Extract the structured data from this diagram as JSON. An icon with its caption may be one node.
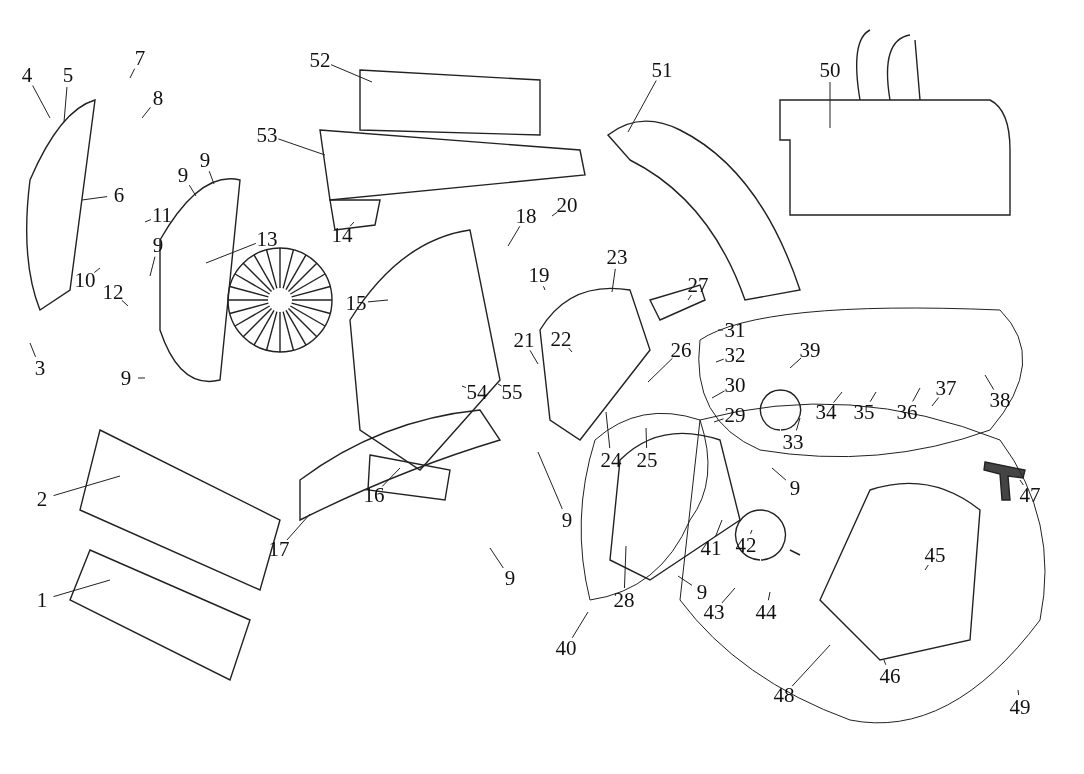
{
  "diagram": {
    "nodes": [
      {
        "text": [
          "4"
        ]
      },
      {
        "text": [
          "5"
        ]
      },
      {
        "text": [
          "7"
        ]
      },
      {
        "text": [
          "8"
        ]
      },
      {
        "text": [
          "52"
        ]
      },
      {
        "text": [
          "51"
        ]
      },
      {
        "text": [
          "50"
        ]
      },
      {
        "text": [
          "53"
        ]
      },
      {
        "text": [
          "6"
        ]
      },
      {
        "text": [
          "9"
        ]
      },
      {
        "text": [
          "9"
        ]
      },
      {
        "text": [
          "11"
        ]
      },
      {
        "text": [
          "9"
        ]
      },
      {
        "text": [
          "14"
        ]
      },
      {
        "text": [
          "18"
        ]
      },
      {
        "text": [
          "20"
        ]
      },
      {
        "text": [
          "13"
        ]
      },
      {
        "text": [
          "10"
        ]
      },
      {
        "text": [
          "12"
        ]
      },
      {
        "text": [
          "15"
        ]
      },
      {
        "text": [
          "19"
        ]
      },
      {
        "text": [
          "23"
        ]
      },
      {
        "text": [
          "27"
        ]
      },
      {
        "text": [
          "3"
        ]
      },
      {
        "text": [
          "9"
        ]
      },
      {
        "text": [
          "21"
        ]
      },
      {
        "text": [
          "22"
        ]
      },
      {
        "text": [
          "31"
        ]
      },
      {
        "text": [
          "32"
        ]
      },
      {
        "text": [
          "39"
        ]
      },
      {
        "text": [
          "26"
        ]
      },
      {
        "text": [
          "30"
        ]
      },
      {
        "text": [
          "54"
        ]
      },
      {
        "text": [
          "55"
        ]
      },
      {
        "text": [
          "29"
        ]
      },
      {
        "text": [
          "25"
        ]
      },
      {
        "text": [
          "24"
        ]
      },
      {
        "text": [
          "34"
        ]
      },
      {
        "text": [
          "35"
        ]
      },
      {
        "text": [
          "36"
        ]
      },
      {
        "text": [
          "37"
        ]
      },
      {
        "text": [
          "38"
        ]
      },
      {
        "text": [
          "33"
        ]
      },
      {
        "text": [
          "9"
        ]
      },
      {
        "text": [
          "16"
        ]
      },
      {
        "text": [
          "2"
        ]
      },
      {
        "text": [
          "47"
        ]
      },
      {
        "text": [
          "45"
        ]
      },
      {
        "text": [
          "9"
        ]
      },
      {
        "text": [
          "17"
        ]
      },
      {
        "text": [
          "9"
        ]
      },
      {
        "text": [
          "41"
        ]
      },
      {
        "text": [
          "42"
        ]
      },
      {
        "text": [
          "28"
        ]
      },
      {
        "text": [
          "1"
        ]
      },
      {
        "text": [
          "43"
        ]
      },
      {
        "text": [
          "44"
        ]
      },
      {
        "text": [
          "9"
        ]
      },
      {
        "text": [
          "40"
        ]
      },
      {
        "text": [
          "46"
        ]
      },
      {
        "text": [
          "48"
        ]
      },
      {
        "text": [
          "49"
        ]
      }
    ],
    "edges": [
      {
        "from": 0,
        "to": null,
        "arrow": "none"
      },
      {
        "from": 1,
        "to": null,
        "arrow": "none"
      },
      {
        "from": 2,
        "to": null,
        "arrow": "none"
      },
      {
        "from": 3,
        "to": null,
        "arrow": "none"
      },
      {
        "from": 4,
        "to": null,
        "arrow": "none"
      },
      {
        "from": 5,
        "to": null,
        "arrow": "none"
      },
      {
        "from": 6,
        "to": null,
        "arrow": "none"
      },
      {
        "from": 7,
        "to": null,
        "arrow": "none"
      },
      {
        "from": 8,
        "to": null,
        "arrow": "none"
      },
      {
        "from": 9,
        "to": null,
        "arrow": "none"
      },
      {
        "from": 10,
        "to": null,
        "arrow": "none"
      },
      {
        "from": 11,
        "to": null,
        "arrow": "none"
      },
      {
        "from": 12,
        "to": null,
        "arrow": "none"
      },
      {
        "from": 13,
        "to": null,
        "arrow": "none"
      },
      {
        "from": 14,
        "to": null,
        "arrow": "none"
      },
      {
        "from": 15,
        "to": null,
        "arrow": "none"
      },
      {
        "from": 16,
        "to": null,
        "arrow": "none"
      },
      {
        "from": 17,
        "to": null,
        "arrow": "none"
      },
      {
        "from": 18,
        "to": null,
        "arrow": "none"
      },
      {
        "from": 19,
        "to": null,
        "arrow": "none"
      },
      {
        "from": 20,
        "to": null,
        "arrow": "none"
      },
      {
        "from": 21,
        "to": null,
        "arrow": "none"
      },
      {
        "from": 22,
        "to": null,
        "arrow": "none"
      },
      {
        "from": 23,
        "to": null,
        "arrow": "none"
      },
      {
        "from": 24,
        "to": null,
        "arrow": "none"
      },
      {
        "from": 25,
        "to": null,
        "arrow": "none"
      },
      {
        "from": 26,
        "to": null,
        "arrow": "none"
      },
      {
        "from": 27,
        "to": null,
        "arrow": "none"
      },
      {
        "from": 28,
        "to": null,
        "arrow": "none"
      },
      {
        "from": 29,
        "to": null,
        "arrow": "none"
      },
      {
        "from": 30,
        "to": null,
        "arrow": "none"
      },
      {
        "from": 31,
        "to": null,
        "arrow": "none"
      },
      {
        "from": 32,
        "to": null,
        "arrow": "none"
      },
      {
        "from": 33,
        "to": null,
        "arrow": "none"
      },
      {
        "from": 34,
        "to": null,
        "arrow": "none"
      },
      {
        "from": 35,
        "to": null,
        "arrow": "none"
      },
      {
        "from": 36,
        "to": null,
        "arrow": "none"
      },
      {
        "from": 37,
        "to": null,
        "arrow": "none"
      },
      {
        "from": 38,
        "to": null,
        "arrow": "none"
      },
      {
        "from": 39,
        "to": null,
        "arrow": "none"
      },
      {
        "from": 40,
        "to": null,
        "arrow": "none"
      },
      {
        "from": 41,
        "to": null,
        "arrow": "none"
      },
      {
        "from": 42,
        "to": null,
        "arrow": "none"
      },
      {
        "from": 43,
        "to": null,
        "arrow": "none"
      },
      {
        "from": 44,
        "to": null,
        "arrow": "none"
      },
      {
        "from": 45,
        "to": null,
        "arrow": "none"
      },
      {
        "from": 46,
        "to": null,
        "arrow": "none"
      },
      {
        "from": 47,
        "to": null,
        "arrow": "none"
      },
      {
        "from": 48,
        "to": null,
        "arrow": "none"
      },
      {
        "from": 49,
        "to": null,
        "arrow": "none"
      },
      {
        "from": 50,
        "to": null,
        "arrow": "none"
      },
      {
        "from": 51,
        "to": null,
        "arrow": "none"
      },
      {
        "from": 52,
        "to": null,
        "arrow": "none"
      },
      {
        "from": 53,
        "to": null,
        "arrow": "none"
      },
      {
        "from": 54,
        "to": null,
        "arrow": "none"
      },
      {
        "from": 55,
        "to": null,
        "arrow": "none"
      },
      {
        "from": 56,
        "to": null,
        "arrow": "none"
      },
      {
        "from": 57,
        "to": null,
        "arrow": "none"
      },
      {
        "from": 58,
        "to": null,
        "arrow": "none"
      },
      {
        "from": 59,
        "to": null,
        "arrow": "none"
      },
      {
        "from": 60,
        "to": null,
        "arrow": "none"
      },
      {
        "from": 61,
        "to": null,
        "arrow": "none"
      }
    ]
  }
}
